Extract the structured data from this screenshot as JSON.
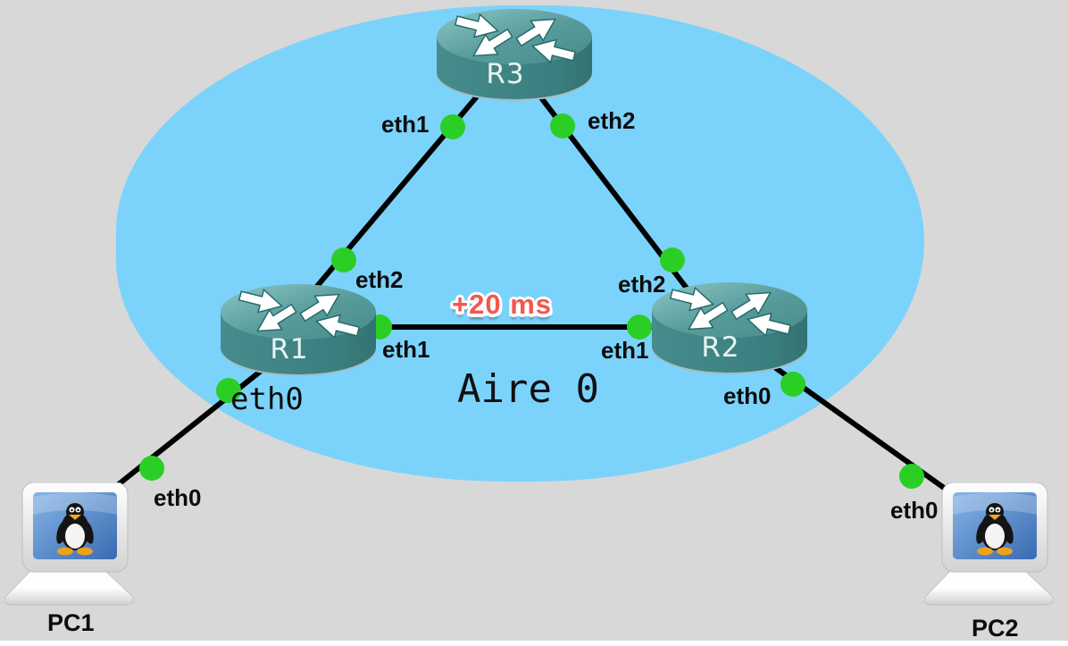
{
  "diagram": {
    "area": {
      "label": "Aire 0"
    },
    "latency": {
      "label": "+20 ms"
    },
    "nodes": {
      "r1": {
        "label": "R1",
        "type": "router"
      },
      "r2": {
        "label": "R2",
        "type": "router"
      },
      "r3": {
        "label": "R3",
        "type": "router"
      },
      "pc1": {
        "label": "PC1",
        "type": "linux-host"
      },
      "pc2": {
        "label": "PC2",
        "type": "linux-host"
      }
    },
    "labels": {
      "r3_eth1": "eth1",
      "r3_eth2": "eth2",
      "r1_eth2": "eth2",
      "r1_eth1": "eth1",
      "r1_eth0": "eth0",
      "r2_eth2": "eth2",
      "r2_eth1": "eth1",
      "r2_eth0": "eth0",
      "pc1_eth0": "eth0",
      "pc2_eth0": "eth0"
    },
    "links": [
      {
        "from": "R3",
        "to": "R1"
      },
      {
        "from": "R3",
        "to": "R2"
      },
      {
        "from": "R1",
        "to": "R2",
        "annotation": "+20 ms"
      },
      {
        "from": "R1",
        "to": "PC1"
      },
      {
        "from": "R2",
        "to": "PC2"
      }
    ],
    "colors": {
      "background": "#d8d8d8",
      "area_fill": "#7bd3fb",
      "link": "#000000",
      "connector_dot": "#2bce25",
      "latency_text": "#f4564e",
      "router_body": "#3e8585",
      "router_top": "#599b9b",
      "pc_screen": "#4a7cc0"
    }
  }
}
